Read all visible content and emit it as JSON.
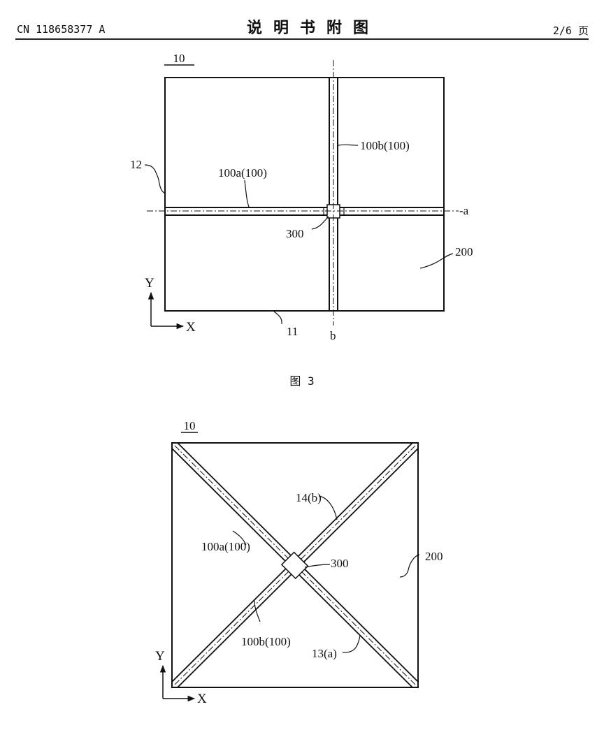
{
  "header": {
    "publication_number": "CN 118658377 A",
    "title": "说明书附图",
    "page": "2/6 页"
  },
  "figure3": {
    "caption": "图 3",
    "labels": {
      "ref_10": "10",
      "ref_12": "12",
      "ref_100a": "100a(100)",
      "ref_100b": "100b(100)",
      "ref_300": "300",
      "ref_200": "200",
      "ref_11": "11",
      "axis_a": "-a",
      "axis_b": "b",
      "axis_y": "Y",
      "axis_x": "X"
    }
  },
  "figure4": {
    "labels": {
      "ref_10": "10",
      "ref_14b": "14(b)",
      "ref_100a": "100a(100)",
      "ref_300": "300",
      "ref_200": "200",
      "ref_100b": "100b(100)",
      "ref_13a": "13(a)",
      "axis_y": "Y",
      "axis_x": "X"
    }
  }
}
